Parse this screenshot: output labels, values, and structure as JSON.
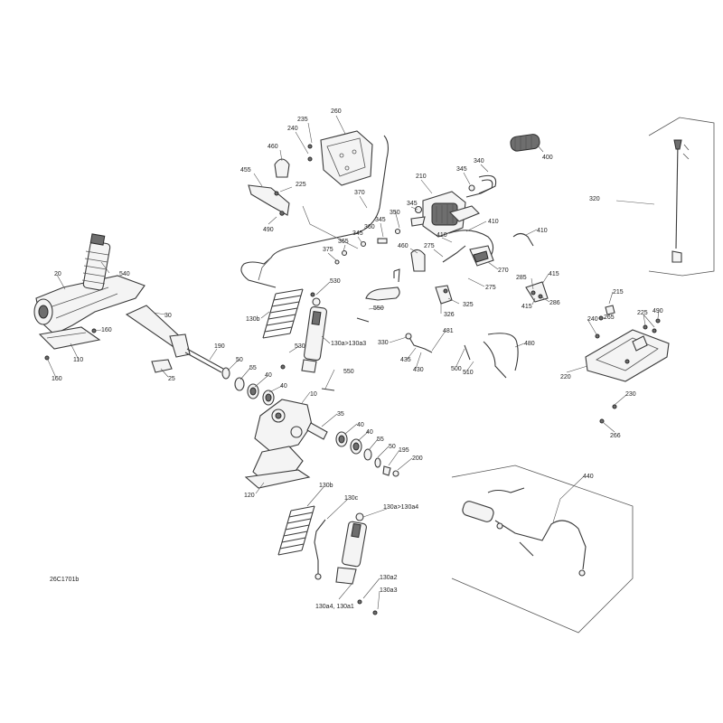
{
  "doc_id": "26C1701b",
  "callouts": [
    {
      "id": "c260",
      "label": "260"
    },
    {
      "id": "c235",
      "label": "235"
    },
    {
      "id": "c240a",
      "label": "240"
    },
    {
      "id": "c460a",
      "label": "460"
    },
    {
      "id": "c455",
      "label": "455"
    },
    {
      "id": "c225a",
      "label": "225"
    },
    {
      "id": "c490a",
      "label": "490"
    },
    {
      "id": "c370",
      "label": "370"
    },
    {
      "id": "c210",
      "label": "210"
    },
    {
      "id": "c345a",
      "label": "345"
    },
    {
      "id": "c340",
      "label": "340"
    },
    {
      "id": "c400",
      "label": "400"
    },
    {
      "id": "c345b",
      "label": "345"
    },
    {
      "id": "c350",
      "label": "350"
    },
    {
      "id": "c345c",
      "label": "345"
    },
    {
      "id": "c360",
      "label": "360"
    },
    {
      "id": "c365",
      "label": "365"
    },
    {
      "id": "c345d",
      "label": "345"
    },
    {
      "id": "c375",
      "label": "375"
    },
    {
      "id": "c410a",
      "label": "410"
    },
    {
      "id": "c410b",
      "label": "410"
    },
    {
      "id": "c410c",
      "label": "410"
    },
    {
      "id": "c460b",
      "label": "460"
    },
    {
      "id": "c275a",
      "label": "275"
    },
    {
      "id": "c270",
      "label": "270"
    },
    {
      "id": "c275b",
      "label": "275"
    },
    {
      "id": "c320",
      "label": "320"
    },
    {
      "id": "c540",
      "label": "540"
    },
    {
      "id": "c20",
      "label": "20"
    },
    {
      "id": "c530a",
      "label": "530"
    },
    {
      "id": "c130b_a",
      "label": "130b"
    },
    {
      "id": "c550a",
      "label": "550"
    },
    {
      "id": "c325",
      "label": "325"
    },
    {
      "id": "c326",
      "label": "326"
    },
    {
      "id": "c415a",
      "label": "415"
    },
    {
      "id": "c285",
      "label": "285"
    },
    {
      "id": "c415b",
      "label": "415"
    },
    {
      "id": "c286",
      "label": "286"
    },
    {
      "id": "c215",
      "label": "215"
    },
    {
      "id": "c240b",
      "label": "240"
    },
    {
      "id": "c265",
      "label": "265"
    },
    {
      "id": "c225b",
      "label": "225"
    },
    {
      "id": "c490b",
      "label": "490"
    },
    {
      "id": "c30",
      "label": "30"
    },
    {
      "id": "c160a",
      "label": "160"
    },
    {
      "id": "c110",
      "label": "110"
    },
    {
      "id": "c160b",
      "label": "160"
    },
    {
      "id": "c130a_a3",
      "label": "130a>130a3"
    },
    {
      "id": "c530b",
      "label": "530"
    },
    {
      "id": "c481",
      "label": "481"
    },
    {
      "id": "c330",
      "label": "330"
    },
    {
      "id": "c480",
      "label": "480"
    },
    {
      "id": "c435",
      "label": "435"
    },
    {
      "id": "c430",
      "label": "430"
    },
    {
      "id": "c500",
      "label": "500"
    },
    {
      "id": "c510",
      "label": "510"
    },
    {
      "id": "c190",
      "label": "190"
    },
    {
      "id": "c50a",
      "label": "50"
    },
    {
      "id": "c55a",
      "label": "55"
    },
    {
      "id": "c25",
      "label": "25"
    },
    {
      "id": "c550b",
      "label": "550"
    },
    {
      "id": "c40a",
      "label": "40"
    },
    {
      "id": "c40b",
      "label": "40"
    },
    {
      "id": "c220",
      "label": "220"
    },
    {
      "id": "c230",
      "label": "230"
    },
    {
      "id": "c266",
      "label": "266"
    },
    {
      "id": "c10",
      "label": "10"
    },
    {
      "id": "c35",
      "label": "35"
    },
    {
      "id": "c40c",
      "label": "40"
    },
    {
      "id": "c40d",
      "label": "40"
    },
    {
      "id": "c55b",
      "label": "55"
    },
    {
      "id": "c50b",
      "label": "50"
    },
    {
      "id": "c195",
      "label": "195"
    },
    {
      "id": "c200",
      "label": "200"
    },
    {
      "id": "c120",
      "label": "120"
    },
    {
      "id": "c440",
      "label": "440"
    },
    {
      "id": "c130b_b",
      "label": "130b"
    },
    {
      "id": "c130c",
      "label": "130c"
    },
    {
      "id": "c130a_a4",
      "label": "130a>130a4"
    },
    {
      "id": "c130a2",
      "label": "130a2"
    },
    {
      "id": "c130a3",
      "label": "130a3"
    },
    {
      "id": "c130a4_a1",
      "label": "130a4, 130a1"
    }
  ]
}
